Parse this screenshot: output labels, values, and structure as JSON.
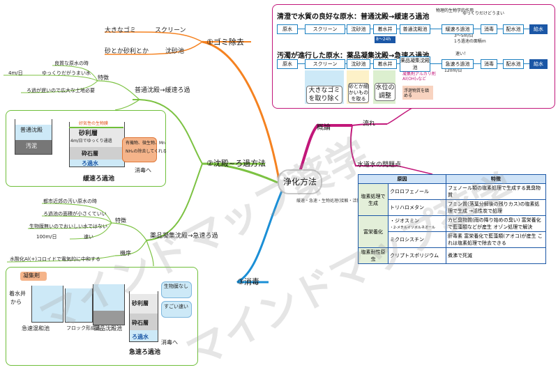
{
  "center": "浄化方法",
  "center_note": "緩速・急速・生物処理(接触・活性)・膜処理・水量調節",
  "branches": {
    "b1": "①ゴミ除去",
    "b2": "②沈殿~ろ過方法",
    "b3": "③消毒",
    "overview": "概論",
    "flow": "流れ",
    "problem": "水道水の問題点"
  },
  "b1_items": {
    "big_trash": "大きなゴミ",
    "screen": "スクリーン",
    "sand": "砂とか砂利とか",
    "grit_tank": "沈砂池"
  },
  "slow": {
    "title": "普通沈殿→緩速ろ過",
    "feature": "特徴",
    "f1": "良質な原水の時",
    "f2": "ゆっくりだがうまい水",
    "f3": "ろ過が遅いので広大な土地必要",
    "rate": "4m/日",
    "diagram": {
      "tank": "普通沈殿",
      "sludge": "汚泥",
      "film": "好気性の生物膜",
      "gravel": "砂利層",
      "speed": "4m/日でゆっくり通過",
      "stone": "砕石層",
      "filter_water": "ろ過水",
      "to_disinfect": "消毒へ",
      "callout": "有機物、微生物、Mn",
      "callout2": "NH₄の除去してくれる",
      "caption": "緩速ろ過池"
    }
  },
  "rapid": {
    "title": "薬品凝集沈殿→急速ろ過",
    "feature": "特徴",
    "f1": "都市近郊の汚い原水の時",
    "f2": "ろ過池の面積が小さくていい",
    "f3": "生物膜無いのでおいしい水ではない",
    "rate": "100m/日",
    "fast": "速い",
    "mechanism": "機序",
    "mech1": "水酸化Al(+)コロイドで電気的に中和する",
    "diagram": {
      "coagulant": "凝集剤",
      "intake": "着水井",
      "from": "から",
      "mix": "急速混和池",
      "floc": "フロック形成池",
      "sedimentation": "薬品沈殿池",
      "gravel": "砂利層",
      "stone": "砕石層",
      "filter_water": "ろ過水",
      "to_disinfect": "消毒へ",
      "bio_none": "生物膜なし",
      "very_fast": "すごい速い",
      "caption": "急速ろ過池"
    }
  },
  "flow_panel": {
    "title1": "清澄で水質の良好な原水：普通沈殿→緩速ろ過池",
    "title2": "汚濁が進行した原水：薬品凝集沈殿→急速ろ過池",
    "bio_note": "物理的生物学的作用",
    "slow_note": "ゆっくりだけどうまい",
    "rate1": "3〜5m/日",
    "rate1b": "1ろ過池の面積m",
    "fast_note": "速い！",
    "rate2": "120m/日",
    "hours": "8〜24h",
    "row1": [
      "原水",
      "スクリーン",
      "沈砂池",
      "着水井",
      "普通沈殿池",
      "緩速ろ過池",
      "消毒",
      "配水池",
      "給水"
    ],
    "row2": [
      "原水",
      "スクリーン",
      "沈砂池",
      "着水井",
      "薬品凝集沈殿池",
      "急速ろ過池",
      "消毒",
      "配水池",
      "給水"
    ],
    "label_trash": "大きなゴミを取り除く",
    "label_sand": "砂とか細かいものを取る",
    "label_level": "水位の調整",
    "alkali": "凝集剤アルカリ剤Al(OH)₃など",
    "floc_note": "浮遊物質を鎮める"
  },
  "problem_table": {
    "h_cause": "原因",
    "h_feature": "特徴",
    "cat1": "塩素処理で生成",
    "cat2": "富栄養化",
    "cat3": "塩素耐性原虫",
    "r1_cause": "クロロフェノール",
    "r1_feature": "フェノール類の塩素処理で生成する異臭物質",
    "r2_cause": "トリハロメタン",
    "r2_feature": "フミン質(落葉分解後の残りカス)の塩素処理で生成 →活性炭で処理",
    "r3_cause": "・ジオスミン",
    "r3_cause2": "・2-メチルイソボルネオール",
    "r3_feature": "カビ臭物質(雨の降り始めの臭い) 富栄養化で藍藻類などが産生 オゾン処理で解決",
    "r4_cause": "ミクロシスチン",
    "r4_feature": "肝毒素 富栄養化で藍藻類(アオコ)が産生 これは塩素処理で除去できる",
    "r5_cause": "クリプトスポリジウム",
    "r5_feature": "煮沸で死滅"
  },
  "watermark": "マインドマップ薬学",
  "colors": {
    "orange": "#f58220",
    "green": "#7cc242",
    "blue": "#1b8fd6",
    "magenta": "#c2177a"
  }
}
